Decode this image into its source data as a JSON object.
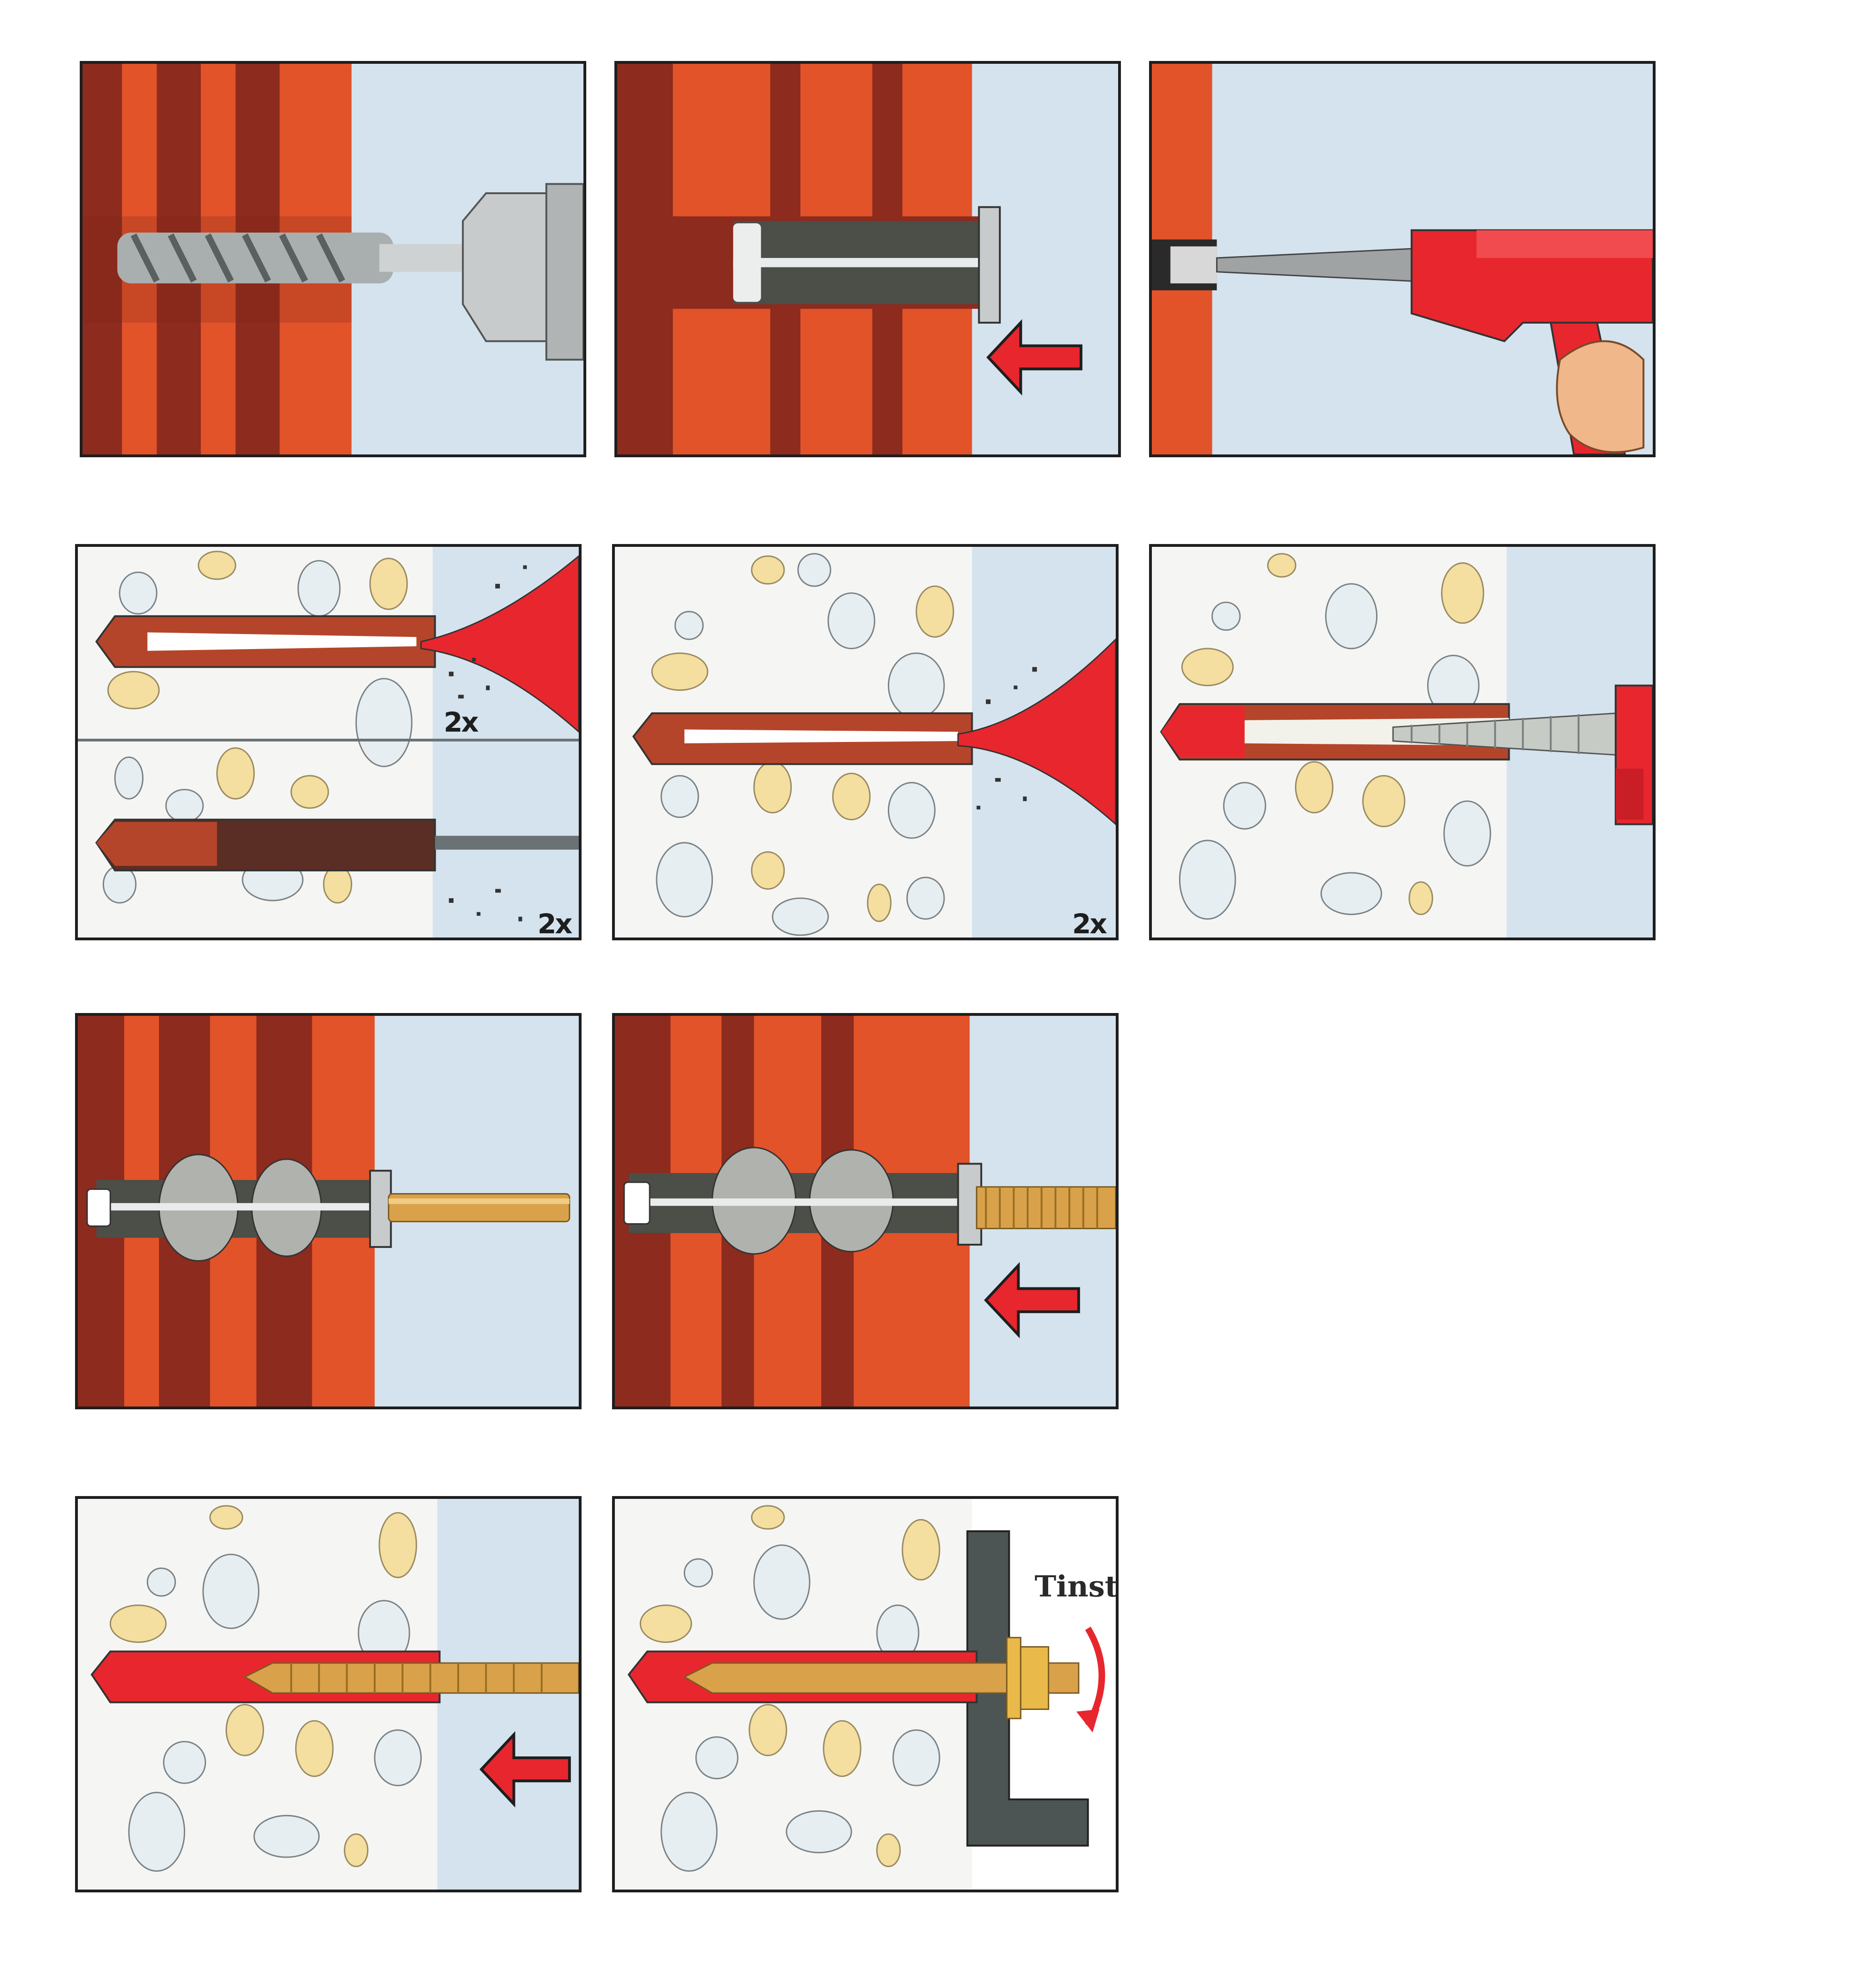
{
  "panels": [
    {
      "id": "p1",
      "step": "drill-hole-brick"
    },
    {
      "id": "p2",
      "step": "insert-sieve-sleeve"
    },
    {
      "id": "p3",
      "step": "inject-mortar-brick"
    },
    {
      "id": "p4",
      "step": "clean-hole-blow-brush",
      "labels": [
        "2x",
        "2x"
      ]
    },
    {
      "id": "p5",
      "step": "blow-out-hole",
      "labels": [
        "2x"
      ]
    },
    {
      "id": "p6",
      "step": "inject-mortar-concrete"
    },
    {
      "id": "p7",
      "step": "sleeve-filled-brick"
    },
    {
      "id": "p8",
      "step": "insert-threaded-rod-brick"
    },
    {
      "id": "p9",
      "step": "insert-threaded-rod-concrete"
    },
    {
      "id": "p10",
      "step": "tighten-nut",
      "labels": [
        "Tinst"
      ]
    }
  ],
  "icons": {
    "arrow": "push-arrow-icon",
    "rotation": "rotation-arrow-icon"
  },
  "colors": {
    "brick": "#e2532a",
    "mortar_joint": "#8c2b1e",
    "sky": "#cfe1ee",
    "mortar_red": "#e8262e",
    "sleeve_grey": "#4c4e48",
    "rod_gold": "#d9a24a",
    "steel": "#b9bcbc"
  }
}
